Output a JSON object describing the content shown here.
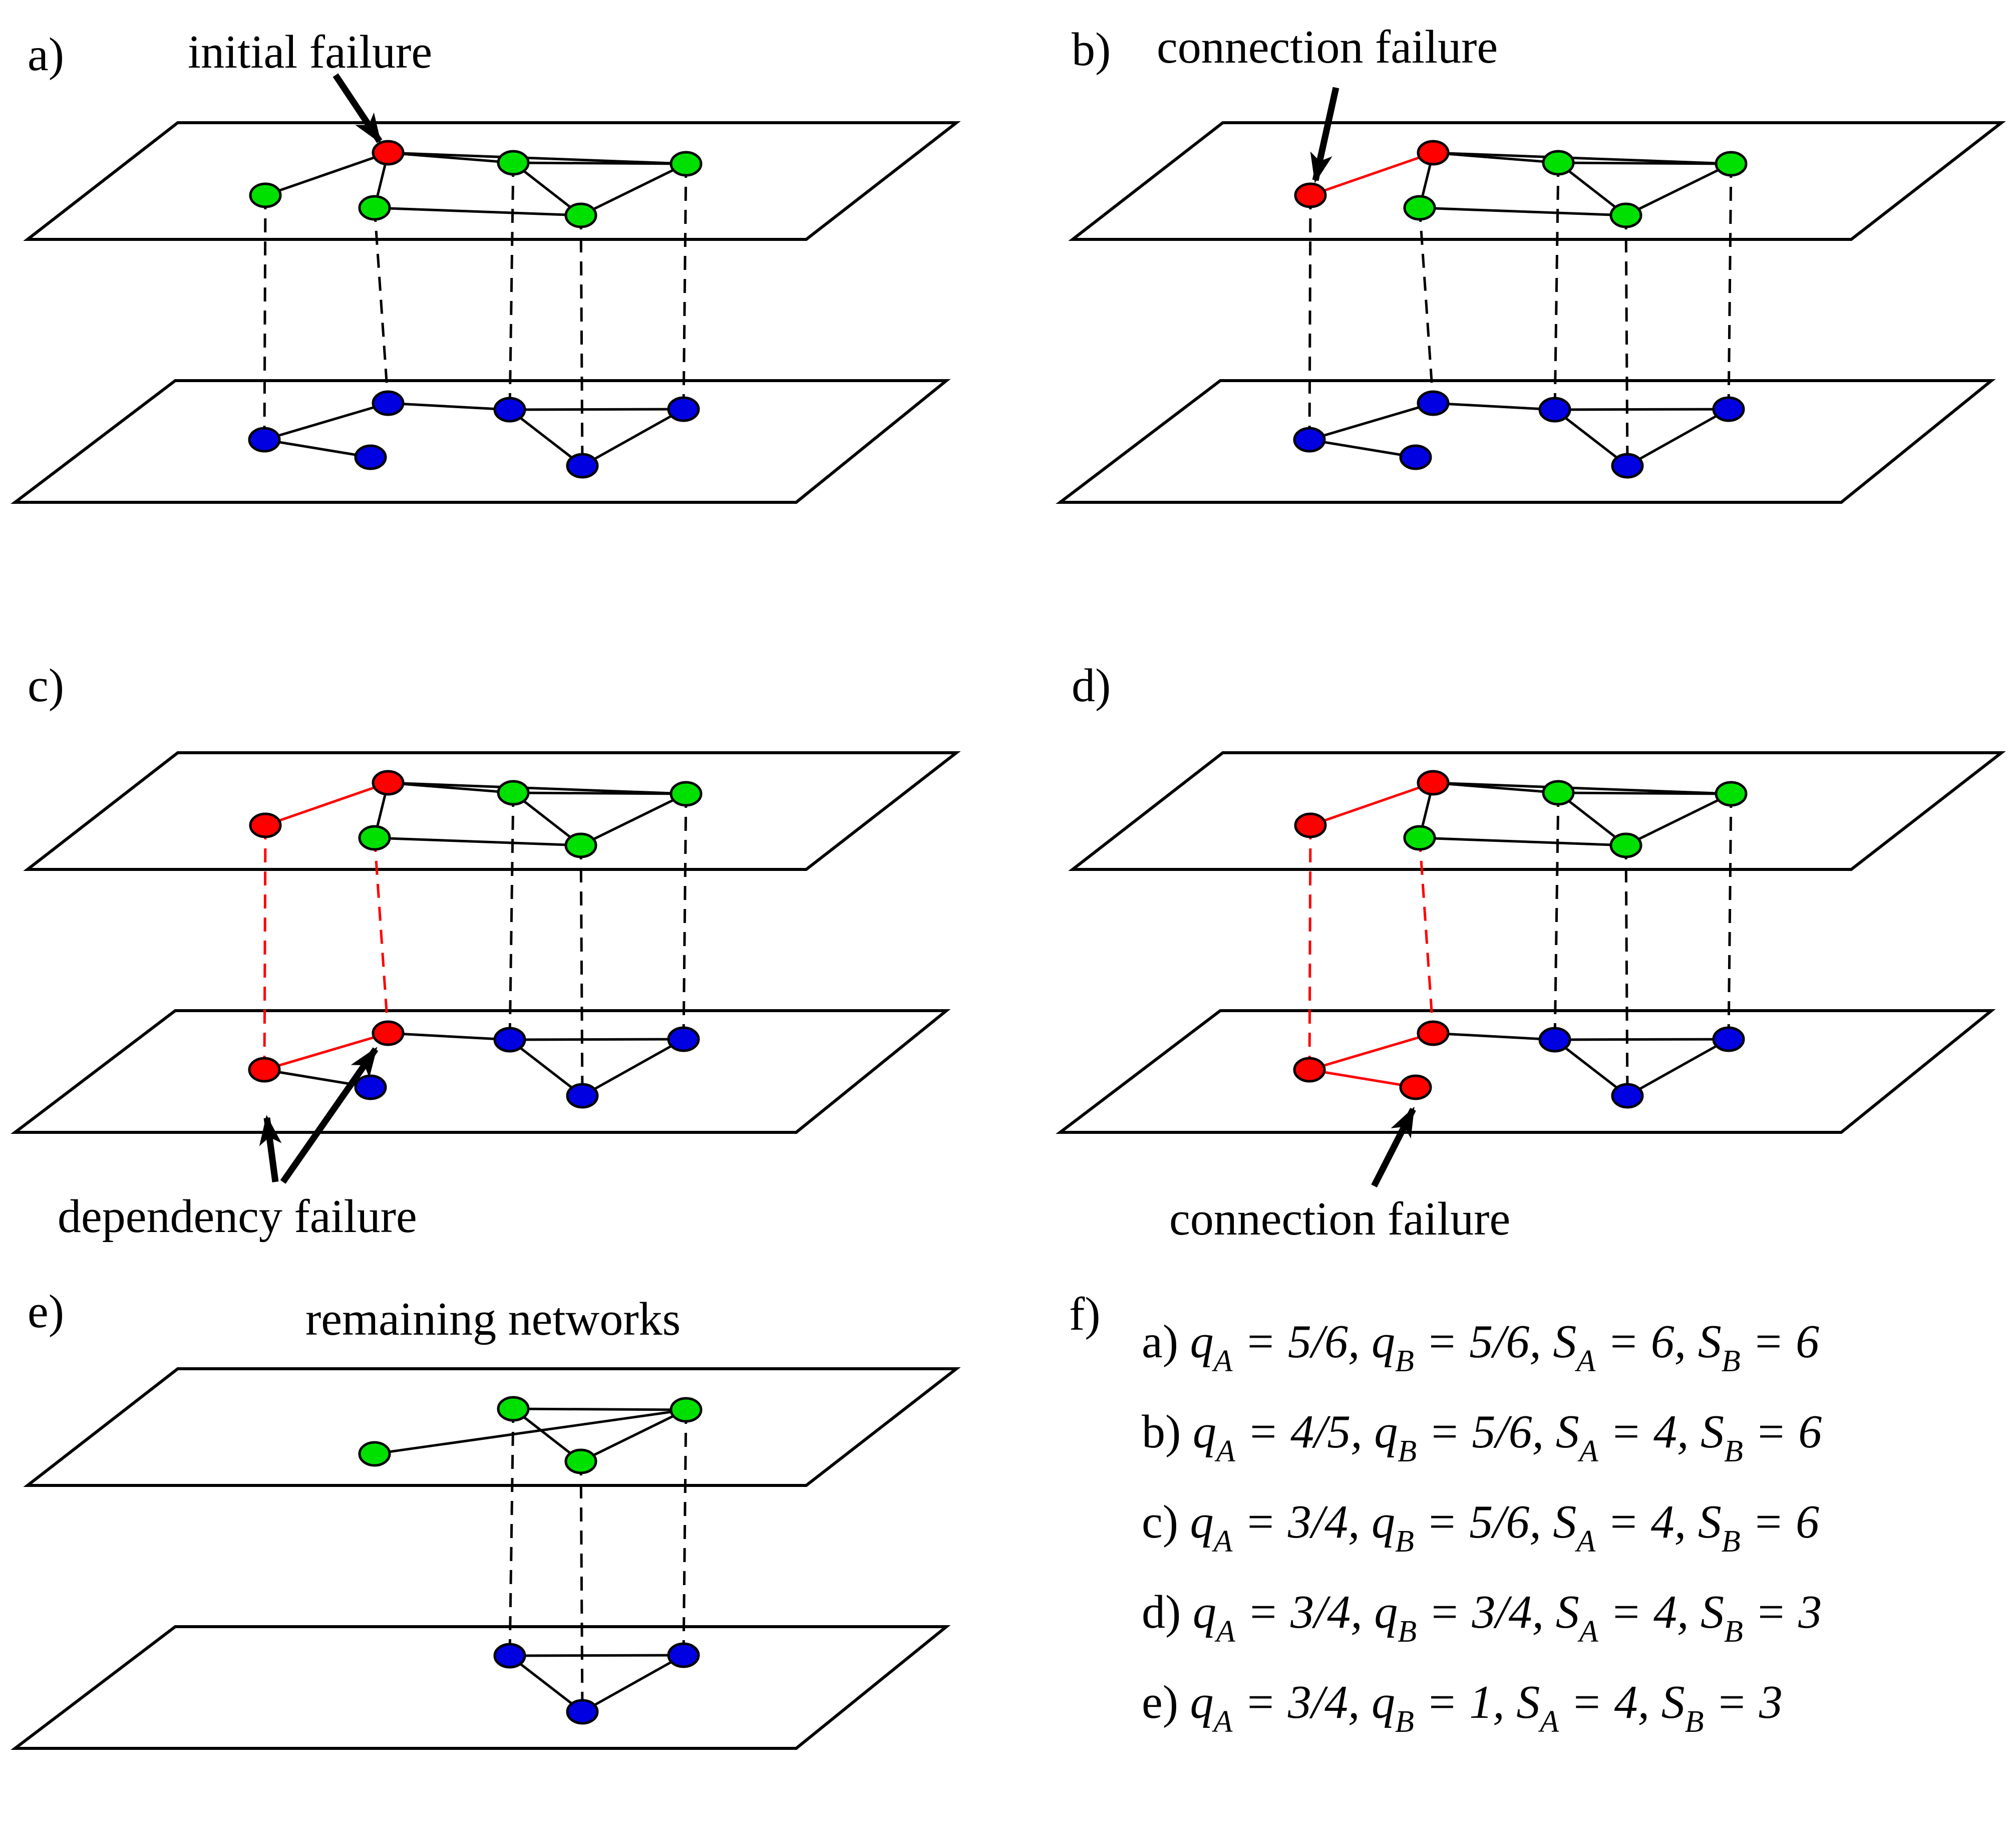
{
  "panels": [
    {
      "label": "a)",
      "annotation": "initial failure",
      "nodes_top": {
        "t1": "#00e000",
        "t2": "#ff0000",
        "t3": "#00e000",
        "t4": "#00e000",
        "t5": "#00e000",
        "t6": "#00e000"
      },
      "nodes_bot": {
        "b1": "#0000e0",
        "b2": "#0000e0",
        "b3": "#0000e0",
        "b4": "#0000e0",
        "b5": "#0000e0",
        "b6": "#0000e0"
      },
      "edges_top": [
        [
          "t1",
          "t2",
          "#000000"
        ],
        [
          "t2",
          "t3",
          "#000000"
        ],
        [
          "t2",
          "t4",
          "#000000"
        ],
        [
          "t2",
          "t6",
          "#000000"
        ],
        [
          "t3",
          "t5",
          "#000000"
        ],
        [
          "t4",
          "t5",
          "#000000"
        ],
        [
          "t4",
          "t6",
          "#000000"
        ],
        [
          "t5",
          "t6",
          "#000000"
        ]
      ],
      "edges_bot": [
        [
          "b1",
          "b2",
          "#000000"
        ],
        [
          "b1",
          "b3",
          "#000000"
        ],
        [
          "b2",
          "b4",
          "#000000"
        ],
        [
          "b4",
          "b5",
          "#000000"
        ],
        [
          "b4",
          "b6",
          "#000000"
        ],
        [
          "b5",
          "b6",
          "#000000"
        ]
      ],
      "deps": [
        [
          "t1",
          "b1",
          "#000000"
        ],
        [
          "t3",
          "b2",
          "#000000"
        ],
        [
          "t4",
          "b4",
          "#000000"
        ],
        [
          "t6",
          "b6",
          "#000000"
        ],
        [
          "t5",
          "b5",
          "#000000"
        ]
      ]
    },
    {
      "label": "b)",
      "annotation": "connection failure",
      "nodes_top": {
        "t1": "#ff0000",
        "t2": "#ff0000",
        "t3": "#00e000",
        "t4": "#00e000",
        "t5": "#00e000",
        "t6": "#00e000"
      },
      "nodes_bot": {
        "b1": "#0000e0",
        "b2": "#0000e0",
        "b3": "#0000e0",
        "b4": "#0000e0",
        "b5": "#0000e0",
        "b6": "#0000e0"
      },
      "edges_top": [
        [
          "t1",
          "t2",
          "#ff0000"
        ],
        [
          "t2",
          "t3",
          "#000000"
        ],
        [
          "t2",
          "t4",
          "#000000"
        ],
        [
          "t2",
          "t6",
          "#000000"
        ],
        [
          "t3",
          "t5",
          "#000000"
        ],
        [
          "t4",
          "t5",
          "#000000"
        ],
        [
          "t4",
          "t6",
          "#000000"
        ],
        [
          "t5",
          "t6",
          "#000000"
        ]
      ],
      "edges_bot": [
        [
          "b1",
          "b2",
          "#000000"
        ],
        [
          "b1",
          "b3",
          "#000000"
        ],
        [
          "b2",
          "b4",
          "#000000"
        ],
        [
          "b4",
          "b5",
          "#000000"
        ],
        [
          "b4",
          "b6",
          "#000000"
        ],
        [
          "b5",
          "b6",
          "#000000"
        ]
      ],
      "deps": [
        [
          "t1",
          "b1",
          "#000000"
        ],
        [
          "t3",
          "b2",
          "#000000"
        ],
        [
          "t4",
          "b4",
          "#000000"
        ],
        [
          "t6",
          "b6",
          "#000000"
        ],
        [
          "t5",
          "b5",
          "#000000"
        ]
      ]
    },
    {
      "label": "c)",
      "annotation": "dependency failure",
      "nodes_top": {
        "t1": "#ff0000",
        "t2": "#ff0000",
        "t3": "#00e000",
        "t4": "#00e000",
        "t5": "#00e000",
        "t6": "#00e000"
      },
      "nodes_bot": {
        "b1": "#ff0000",
        "b2": "#ff0000",
        "b3": "#0000e0",
        "b4": "#0000e0",
        "b5": "#0000e0",
        "b6": "#0000e0"
      },
      "edges_top": [
        [
          "t1",
          "t2",
          "#ff0000"
        ],
        [
          "t2",
          "t3",
          "#000000"
        ],
        [
          "t2",
          "t4",
          "#000000"
        ],
        [
          "t2",
          "t6",
          "#000000"
        ],
        [
          "t3",
          "t5",
          "#000000"
        ],
        [
          "t4",
          "t5",
          "#000000"
        ],
        [
          "t4",
          "t6",
          "#000000"
        ],
        [
          "t5",
          "t6",
          "#000000"
        ]
      ],
      "edges_bot": [
        [
          "b1",
          "b2",
          "#ff0000"
        ],
        [
          "b1",
          "b3",
          "#000000"
        ],
        [
          "b2",
          "b4",
          "#000000"
        ],
        [
          "b4",
          "b5",
          "#000000"
        ],
        [
          "b4",
          "b6",
          "#000000"
        ],
        [
          "b5",
          "b6",
          "#000000"
        ]
      ],
      "deps": [
        [
          "t1",
          "b1",
          "#ff0000"
        ],
        [
          "t3",
          "b2",
          "#ff0000"
        ],
        [
          "t4",
          "b4",
          "#000000"
        ],
        [
          "t6",
          "b6",
          "#000000"
        ],
        [
          "t5",
          "b5",
          "#000000"
        ]
      ]
    },
    {
      "label": "d)",
      "annotation": "connection failure",
      "nodes_top": {
        "t1": "#ff0000",
        "t2": "#ff0000",
        "t3": "#00e000",
        "t4": "#00e000",
        "t5": "#00e000",
        "t6": "#00e000"
      },
      "nodes_bot": {
        "b1": "#ff0000",
        "b2": "#ff0000",
        "b3": "#ff0000",
        "b4": "#0000e0",
        "b5": "#0000e0",
        "b6": "#0000e0"
      },
      "edges_top": [
        [
          "t1",
          "t2",
          "#ff0000"
        ],
        [
          "t2",
          "t3",
          "#000000"
        ],
        [
          "t2",
          "t4",
          "#000000"
        ],
        [
          "t2",
          "t6",
          "#000000"
        ],
        [
          "t3",
          "t5",
          "#000000"
        ],
        [
          "t4",
          "t5",
          "#000000"
        ],
        [
          "t4",
          "t6",
          "#000000"
        ],
        [
          "t5",
          "t6",
          "#000000"
        ]
      ],
      "edges_bot": [
        [
          "b1",
          "b2",
          "#ff0000"
        ],
        [
          "b1",
          "b3",
          "#ff0000"
        ],
        [
          "b2",
          "b4",
          "#000000"
        ],
        [
          "b4",
          "b5",
          "#000000"
        ],
        [
          "b4",
          "b6",
          "#000000"
        ],
        [
          "b5",
          "b6",
          "#000000"
        ]
      ],
      "deps": [
        [
          "t1",
          "b1",
          "#ff0000"
        ],
        [
          "t3",
          "b2",
          "#ff0000"
        ],
        [
          "t4",
          "b4",
          "#000000"
        ],
        [
          "t6",
          "b6",
          "#000000"
        ],
        [
          "t5",
          "b5",
          "#000000"
        ]
      ]
    },
    {
      "label": "e)",
      "annotation": "remaining networks",
      "nodes_top": {
        "t3": "#00e000",
        "t4": "#00e000",
        "t5": "#00e000",
        "t6": "#00e000"
      },
      "nodes_bot": {
        "b4": "#0000e0",
        "b5": "#0000e0",
        "b6": "#0000e0"
      },
      "edges_top": [
        [
          "t3",
          "t6",
          "#000000"
        ],
        [
          "t4",
          "t5",
          "#000000"
        ],
        [
          "t4",
          "t6",
          "#000000"
        ],
        [
          "t5",
          "t6",
          "#000000"
        ]
      ],
      "edges_bot": [
        [
          "b4",
          "b5",
          "#000000"
        ],
        [
          "b4",
          "b6",
          "#000000"
        ],
        [
          "b5",
          "b6",
          "#000000"
        ]
      ],
      "deps": [
        [
          "t4",
          "b4",
          "#000000"
        ],
        [
          "t6",
          "b6",
          "#000000"
        ],
        [
          "t5",
          "b5",
          "#000000"
        ]
      ]
    }
  ],
  "summary": {
    "label": "f)",
    "rows": [
      {
        "prefix": "a)",
        "qA": "5/6",
        "qB": "5/6",
        "SA": "6",
        "SB": "6"
      },
      {
        "prefix": "b)",
        "qA": "4/5",
        "qB": "5/6",
        "SA": "4",
        "SB": "6"
      },
      {
        "prefix": "c)",
        "qA": "3/4",
        "qB": "5/6",
        "SA": "4",
        "SB": "6"
      },
      {
        "prefix": "d)",
        "qA": "3/4",
        "qB": "3/4",
        "SA": "4",
        "SB": "3"
      },
      {
        "prefix": "e)",
        "qA": "3/4",
        "qB": "1",
        "SA": "4",
        "SB": "3"
      }
    ],
    "sym_q": "q",
    "sym_S": "S",
    "sub_A": "A",
    "sub_B": "B",
    "equals": " = ",
    "comma": ", "
  }
}
